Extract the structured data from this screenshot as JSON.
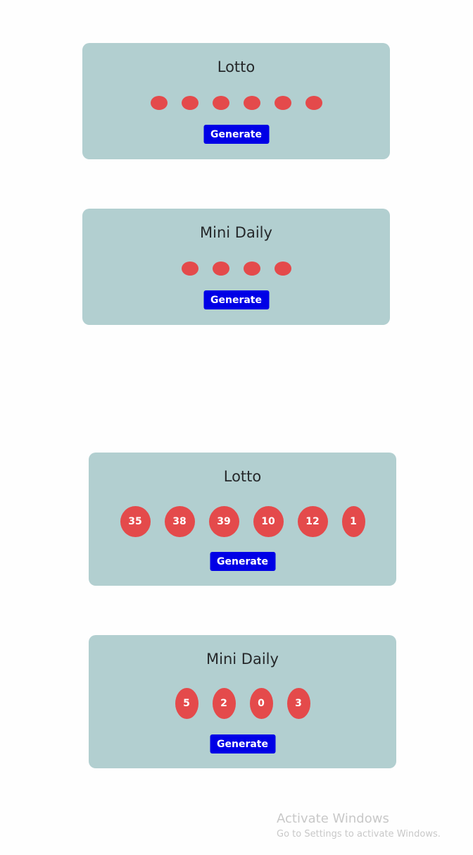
{
  "cards": [
    {
      "title": "Lotto",
      "balls": [
        "",
        "",
        "",
        "",
        "",
        ""
      ],
      "button": "Generate"
    },
    {
      "title": "Mini Daily",
      "balls": [
        "",
        "",
        "",
        ""
      ],
      "button": "Generate"
    },
    {
      "title": "Lotto",
      "balls": [
        "35",
        "38",
        "39",
        "10",
        "12",
        "1"
      ],
      "button": "Generate"
    },
    {
      "title": "Mini Daily",
      "balls": [
        "5",
        "2",
        "0",
        "3"
      ],
      "button": "Generate"
    }
  ],
  "watermark": {
    "title": "Activate Windows",
    "subtitle": "Go to Settings to activate Windows."
  },
  "colors": {
    "card_bg": "#b2cfd0",
    "ball": "#e44a4b",
    "button": "#0000e6"
  }
}
